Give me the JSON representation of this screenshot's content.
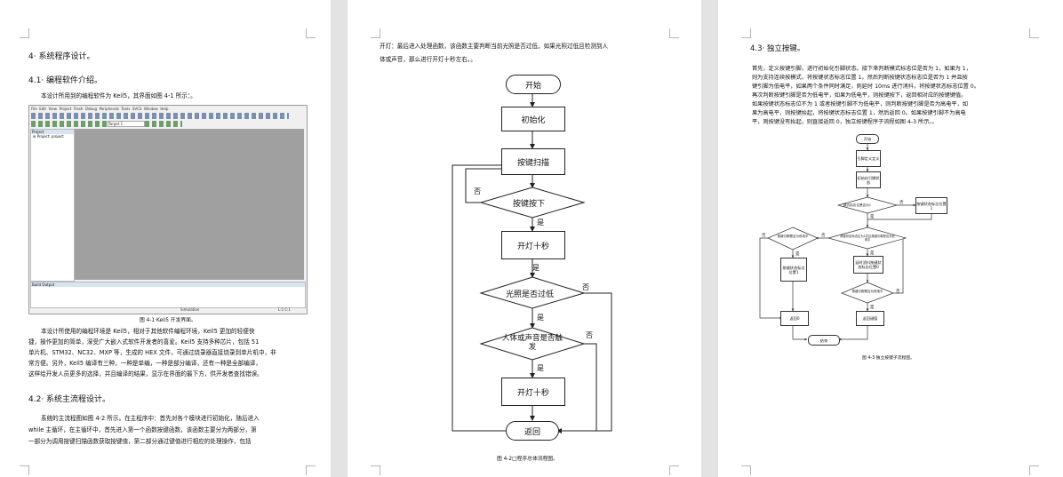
{
  "page1": {
    "h_chapter": "4· 系统程序设计。",
    "h_41": "4.1· 编程软件介绍。",
    "intro": "本设计所用到的编程软件为 Keil5，其界面如图 4-1 所示：。",
    "keil": {
      "menu": [
        "File",
        "Edit",
        "View",
        "Project",
        "Flash",
        "Debug",
        "Peripherals",
        "Tools",
        "SVCS",
        "Window",
        "Help"
      ],
      "target": "Target 1",
      "project_panel": "Project",
      "project_item": "⊞ Project: project",
      "build_output": "Build Output",
      "simulation": "Simulation",
      "status_right": "L:1 C:1"
    },
    "fig1_caption": "图 4-1·Keil5 开发界面。",
    "para1": [
      "本设计所使用的编程环境是 Keil5，相对于其他软件编程环境，Keil5 更加的轻便快",
      "捷，操作更加的简单，深受广大嵌入式软件开发者的喜爱。Keil5 支持多种芯片，包括 51",
      "单片机、STM32、NC32、MXP 等，生成的 HEX 文件，可通过烧录器直接烧录到单片机中，非",
      "常方便。另外，Keil5 编译有三种，一种是单编，一种是部分编译，还有一种是全部编译，",
      "这样给开发人员更多的选择，并且编译的结果，显示在界面的最下方，供开发者查找错误。"
    ],
    "h_42": "4.2· 系统主流程设计。",
    "para2": [
      "系统的主流程图如图 4-2 所示。在主程序中：首先对各个模块进行初始化，随后进入",
      "while 主循环，在主循环中，首先进入第一个函数按键函数，该函数主要分为两部分，第",
      "一部分为调用按键扫描函数获取按键值，第二部分通过键值进行相应的处理操作，包括"
    ]
  },
  "page2": {
    "text": [
      "开灯：最后进入处理函数，该函数主要判断当前光照是否过低，如果光照过低且检测到人",
      "体或声音，那么进行开灯十秒左右。。"
    ],
    "flow": {
      "start": "开始",
      "init": "初始化",
      "scan": "按键扫描",
      "pressed": "按键按下",
      "light10a": "开灯十秒",
      "lowlight": "光照是否过低",
      "trigger": "人体或声音是否触发",
      "light10b": "开灯十秒",
      "ret": "返回",
      "yes": "是",
      "no": "否"
    },
    "caption": "图 4-2□程序总体流程图。"
  },
  "page3": {
    "h_43": "4.3· 独立按键。",
    "para": [
      "首先，定义按键引脚，进行初始化引脚状态。接下来判断模式标志位是否为 1，如果为 1，",
      "则为支持连续按模式，将按键状态标志位置 1。然后判断按键状态标志位是否为 1 并且按",
      "键引脚为低电平，如果两个条件同时满足，则延时 10ms 进行消抖，将按键状态标志位置 0。",
      "再次判断按键引脚是否为低电平，如果为低电平，则按键按下，返回相对应的按键键值。",
      "如果按键状态标志位不为 1 或者按键引脚不为低电平，则判断按键引脚是否为高电平，如",
      "果为高电平，则按键抬起，将按键状态标志位置 1，然后返回 0。如果按键引脚不为高电",
      "平，则按键没有抬起，则直接返回 0，独立按键程序子流程如图 4-3 所示。。"
    ],
    "flow": {
      "start": "开始",
      "define": "引脚定义定义",
      "init": "初始化引脚状态",
      "mode": "模式标志位是否为1",
      "setflag": "按键状态标志位置1",
      "both": "按键状态标志位为1并且按键引脚是否为低电平",
      "low": "按键引脚是否为低电平",
      "delay": "延时消抖按键状态标志位置0",
      "high": "按键引脚是否为低电平",
      "set1": "按键状态标志位置1",
      "ret0": "返回0",
      "retkey": "返回键值",
      "end": "结束",
      "yes": "是",
      "no": "否"
    },
    "caption": "图 4-3·独立按键子流程图。"
  }
}
